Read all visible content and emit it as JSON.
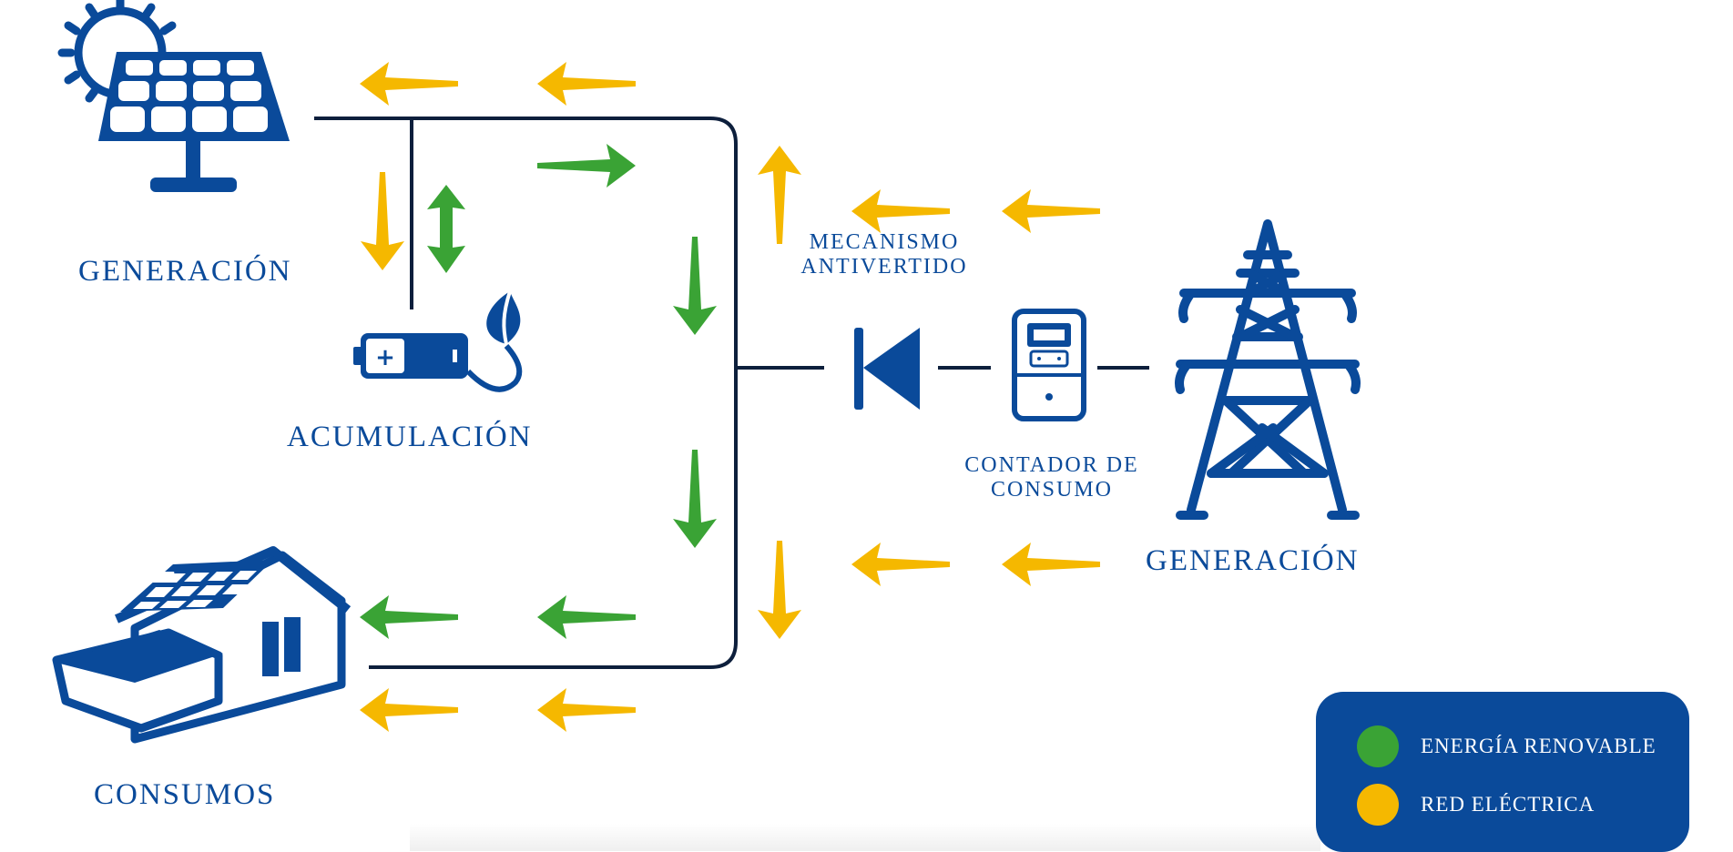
{
  "labels": {
    "generacion_solar": "GENERACIÓN",
    "acumulacion": "ACUMULACIÓN",
    "consumos": "CONSUMOS",
    "mecanismo_line1": "MECANISMO",
    "mecanismo_line2": "ANTIVERTIDO",
    "contador_line1": "CONTADOR DE",
    "contador_line2": "CONSUMO",
    "generacion_red": "GENERACIÓN"
  },
  "legend": {
    "renovable": "ENERGÍA RENOVABLE",
    "red": "RED ELÉCTRICA"
  },
  "colors": {
    "primary": "#0a4a9a",
    "line": "#0d1f3c",
    "green": "#3aa335",
    "yellow": "#f5b800"
  }
}
